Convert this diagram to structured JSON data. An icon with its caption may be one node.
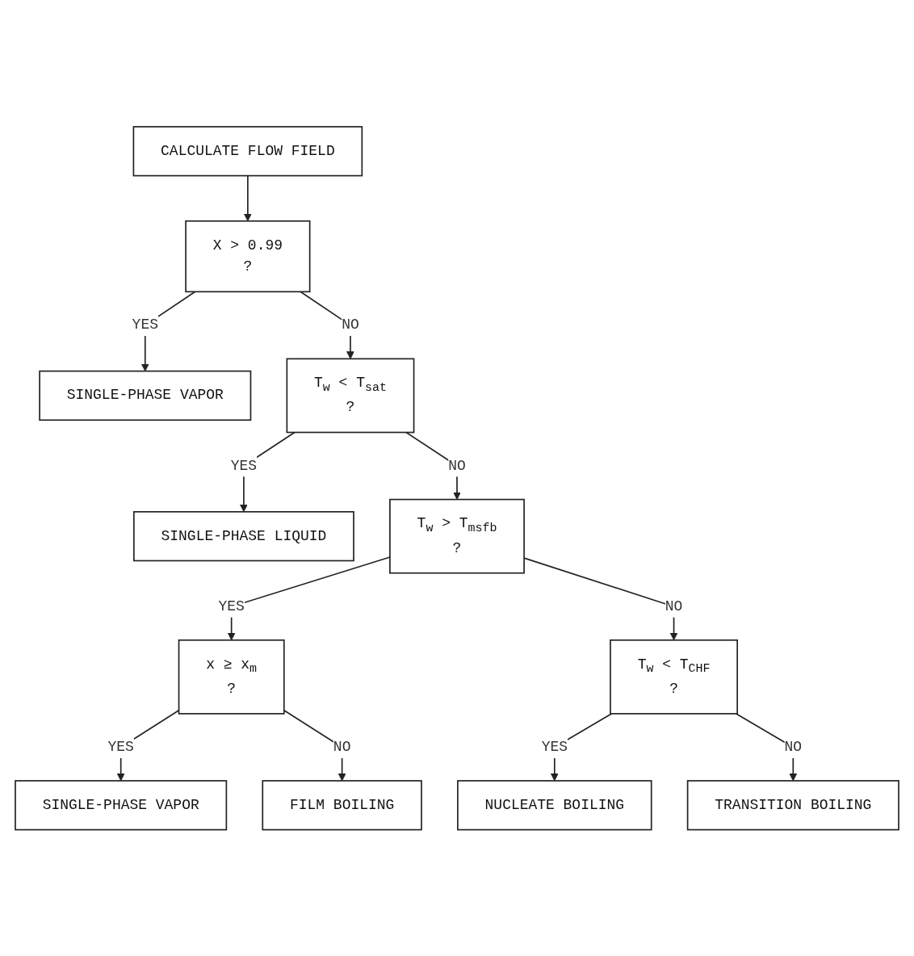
{
  "diagram": {
    "nodes": [
      {
        "text": [
          "CALCULATE FLOW FIELD"
        ]
      },
      {
        "text": [
          "X > 0.99",
          "?"
        ]
      },
      {
        "text": [
          "SINGLE-PHASE VAPOR"
        ]
      },
      {
        "text": [
          "T$_{w}$ < T$_{sat}$",
          "?"
        ]
      },
      {
        "text": [
          "SINGLE-PHASE LIQUID"
        ]
      },
      {
        "text": [
          "T$_{w}$ > T$_{msfb}$",
          "?"
        ]
      },
      {
        "text": [
          "x ≥ x$_{m}$",
          "?"
        ]
      },
      {
        "text": [
          "SINGLE-PHASE VAPOR"
        ]
      },
      {
        "text": [
          "FILM BOILING"
        ]
      },
      {
        "text": [
          "T$_{w}$ < T$_{CHF}$",
          "?"
        ]
      },
      {
        "text": [
          "NUCLEATE BOILING"
        ]
      },
      {
        "text": [
          "TRANSITION BOILING"
        ]
      }
    ],
    "edges": [
      {
        "from": 0,
        "to": 1,
        "arrow": "to"
      },
      {
        "from": 1,
        "to": 2,
        "arrow": "to",
        "label": "YES"
      },
      {
        "from": 1,
        "to": 3,
        "arrow": "to",
        "label": "NO"
      },
      {
        "from": 3,
        "to": 4,
        "arrow": "to",
        "label": "YES"
      },
      {
        "from": 3,
        "to": 5,
        "arrow": "to",
        "label": "NO"
      },
      {
        "from": 5,
        "to": 6,
        "arrow": "to",
        "label": "YES"
      },
      {
        "from": 6,
        "to": 7,
        "arrow": "to",
        "label": "YES"
      },
      {
        "from": 6,
        "to": 8,
        "arrow": "to",
        "label": "NO"
      },
      {
        "from": 5,
        "to": 9,
        "arrow": "to",
        "label": "NO"
      },
      {
        "from": 9,
        "to": 10,
        "arrow": "to",
        "label": "YES"
      },
      {
        "from": 9,
        "to": 11,
        "arrow": "to",
        "label": "NO"
      }
    ]
  }
}
